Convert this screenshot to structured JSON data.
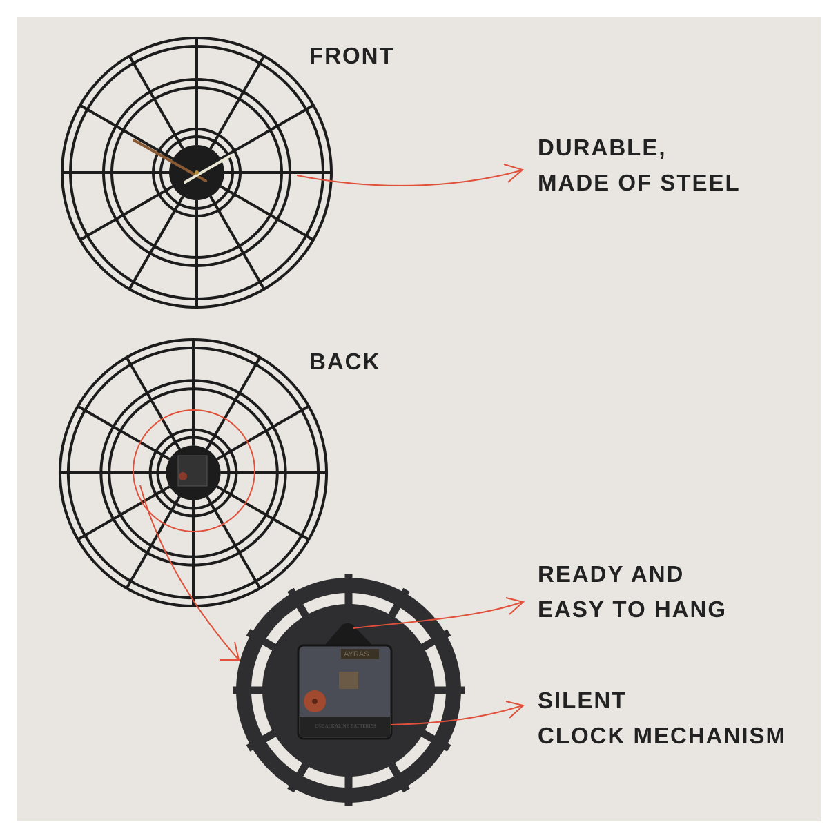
{
  "views": {
    "front_label": "FRONT",
    "back_label": "BACK"
  },
  "features": [
    {
      "line1": "DURABLE,",
      "line2": "MADE OF STEEL"
    },
    {
      "line1": "READY AND",
      "line2": "EASY TO HANG"
    },
    {
      "line1": "SILENT",
      "line2": "CLOCK MECHANISM"
    }
  ],
  "mechanism": {
    "brand_text": "AYRAS",
    "battery_text": "USE ALKALINE BATTERIES"
  },
  "colors": {
    "background": "#e9e6e1",
    "steel": "#1c1c1c",
    "accent": "#e0503a",
    "minute_hand": "#8a5a35",
    "hour_hand": "#e9e6d4"
  }
}
